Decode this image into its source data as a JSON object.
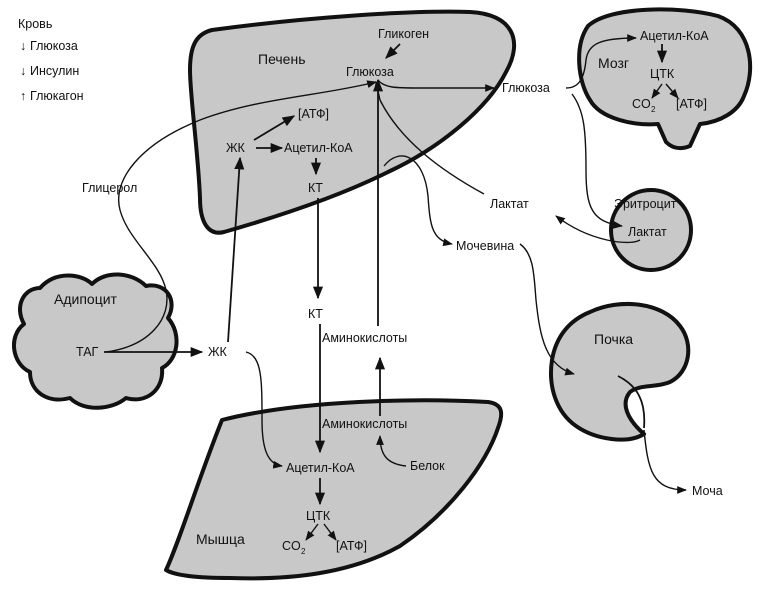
{
  "legend": {
    "title": "Кровь",
    "items": [
      {
        "arrow": "↓",
        "label": "Глюкоза"
      },
      {
        "arrow": "↓",
        "label": "Инсулин"
      },
      {
        "arrow": "↑",
        "label": "Глюкагон"
      }
    ]
  },
  "organs": {
    "liver": "Печень",
    "brain": "Мозг",
    "erythrocyte": "Эритроцит",
    "adipocyte": "Адипоцит",
    "kidney": "Почка",
    "muscle": "Мышца"
  },
  "metabolites": {
    "glycogen": "Гликоген",
    "glucose_liver": "Глюкоза",
    "glucose_blood": "Глюкоза",
    "atp_liver": "[АТФ]",
    "fa_liver": "ЖК",
    "acetyl_coa_liver": "Ацетил-КоА",
    "kt_liver": "КТ",
    "glycerol": "Глицерол",
    "acetyl_coa_brain": "Ацетил-КоА",
    "tca_brain": "ЦТК",
    "co2_brain": "CO",
    "co2_brain_sub": "2",
    "atp_brain": "[АТФ]",
    "lactate_blood": "Лактат",
    "lactate_rbc": "Лактат",
    "urea": "Мочевина",
    "tag": "ТАГ",
    "fa_blood": "ЖК",
    "kt_blood": "КТ",
    "amino_acids_blood": "Аминокислоты",
    "amino_acids_muscle": "Аминокислоты",
    "protein": "Белок",
    "acetyl_coa_muscle": "Ацетил-КоА",
    "tca_muscle": "ЦТК",
    "co2_muscle": "CO",
    "co2_muscle_sub": "2",
    "atp_muscle": "[АТФ]",
    "urine": "Моча"
  }
}
